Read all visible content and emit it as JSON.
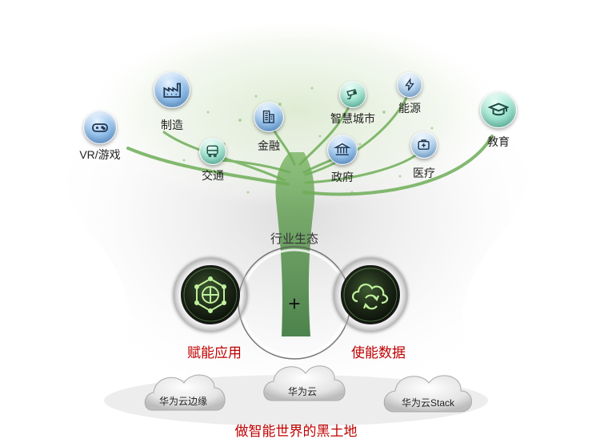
{
  "industries": [
    {
      "key": "vr",
      "label": "VR/游戏",
      "icon": "gamepad-icon"
    },
    {
      "key": "manufacturing",
      "label": "制造",
      "icon": "factory-icon"
    },
    {
      "key": "transport",
      "label": "交通",
      "icon": "bus-icon"
    },
    {
      "key": "finance",
      "label": "金融",
      "icon": "building-icon"
    },
    {
      "key": "smartcity",
      "label": "智慧城市",
      "icon": "camera-icon"
    },
    {
      "key": "government",
      "label": "政府",
      "icon": "government-icon"
    },
    {
      "key": "energy",
      "label": "能源",
      "icon": "lightning-icon"
    },
    {
      "key": "medical",
      "label": "医疗",
      "icon": "medical-kit-icon"
    },
    {
      "key": "education",
      "label": "教育",
      "icon": "graduation-cap-icon"
    }
  ],
  "ecosystem_label": "行业生态",
  "plus_sign": "+",
  "left_hub_label": "赋能应用",
  "right_hub_label": "使能数据",
  "clouds": [
    {
      "key": "edge",
      "label": "华为云边缘"
    },
    {
      "key": "cloud",
      "label": "华为云"
    },
    {
      "key": "stack",
      "label": "华为云Stack"
    }
  ],
  "tagline": "做智能世界的黑土地"
}
